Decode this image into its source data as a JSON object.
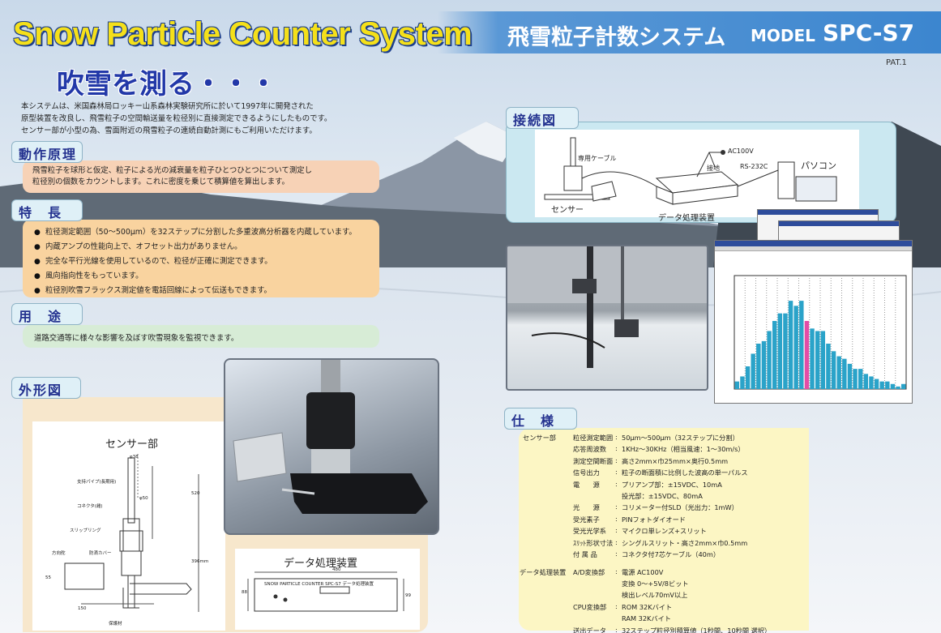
{
  "header": {
    "title_en": "Snow Particle Counter System",
    "title_jp": "飛雪粒子計数システム",
    "model_label": "MODEL",
    "model_code": "SPC-S7",
    "pat": "PAT.1"
  },
  "catch": "吹雪を測る・・・",
  "intro": [
    "本システムは、米国森林局ロッキー山系森林実験研究所に於いて1997年に開発された",
    "原型装置を改良し、飛雪粒子の空間輸送量を粒径別に直接測定できるようにしたものです。",
    "センサー部が小型の為、雪面附近の飛雪粒子の連続自動計測にもご利用いただけます。"
  ],
  "principle": {
    "heading": "動作原理",
    "lines": [
      "飛雪粒子を球形と仮定、粒子による光の減衰量を粒子ひとつひとつについて測定し",
      "粒径別の個数をカウントします。これに密度を乗じて積算値を算出します。"
    ]
  },
  "features": {
    "heading": "特　長",
    "items": [
      "粒径測定範囲（50〜500μm）を32ステップに分割した多重波高分析器を内蔵しています。",
      "内蔵アンプの性能向上で、オフセット出力がありません。",
      "完全な平行光線を使用しているので、粒径が正確に測定できます。",
      "風向指向性をもっています。",
      "粒径別吹雪フラックス測定値を電話回線によって伝送もできます。"
    ]
  },
  "usage": {
    "heading": "用　途",
    "text": "道路交通等に様々な影響を及ぼす吹雪現象を監視できます。"
  },
  "outline": {
    "heading": "外形図",
    "sensor_label": "センサー部",
    "dp_label": "データ処理装置",
    "dims": {
      "d38": "φ38",
      "d50": "φ50",
      "h520": "520",
      "h396": "396mm",
      "w150": "150",
      "h55": "55",
      "w480": "480",
      "h88": "88",
      "h99": "99"
    },
    "parts": [
      "支持パイプ(長期用)",
      "コネクタ(雌)",
      "スリップリング",
      "方向舵",
      "防滴カバー",
      "保護材"
    ],
    "panel_text": "SNOW PARTICLE COUNTER SPC-S7  データ処理装置"
  },
  "connection": {
    "heading": "接続図",
    "cable": "専用ケーブル",
    "ac": "AC100V",
    "ground": "接地",
    "rs": "RS-232C",
    "pc": "パソコン",
    "sensor": "センサー",
    "dp": "データ処理装置"
  },
  "spec": {
    "heading": "仕　様",
    "rows": [
      [
        "センサー部",
        "粒径測定範囲",
        "50μm〜500μm（32ステップに分割）"
      ],
      [
        "",
        "応答周波数",
        "1KHz〜30KHz（相当風速：1〜30m/s）"
      ],
      [
        "",
        "測定空間断面",
        "高さ2mm×巾25mm×奥行0.5mm"
      ],
      [
        "",
        "信号出力",
        "粒子の断面積に比例した波高の単一パルス"
      ],
      [
        "",
        "電　　源",
        "プリアンプ部：±15VDC、10mA"
      ],
      [
        "",
        "",
        "投光部：±15VDC、80mA"
      ],
      [
        "",
        "光　　源",
        "コリメーター付SLD（光出力：1mW）"
      ],
      [
        "",
        "受光素子",
        "PINフォトダイオード"
      ],
      [
        "",
        "受光光学系",
        "マイクロ単レンズ+スリット"
      ],
      [
        "",
        "ｽﾘｯﾄ形状寸法",
        "シングルスリット・高さ2mm×巾0.5mm"
      ],
      [
        "",
        "付 属 品",
        "コネクタ付7芯ケーブル（40m）"
      ],
      [
        "データ処理装置",
        "A/D変換部",
        "電源 AC100V"
      ],
      [
        "",
        "",
        "変換 0〜+5V/8ビット"
      ],
      [
        "",
        "",
        "検出レベル70mV以上"
      ],
      [
        "",
        "CPU変換部",
        "ROM 32Kバイト"
      ],
      [
        "",
        "",
        "RAM 32Kバイト"
      ],
      [
        "",
        "送出データ",
        "32ステップ粒径別積算値（1秒間、10秒間 選択）"
      ]
    ]
  },
  "histogram": {
    "values": [
      3,
      5,
      9,
      14,
      18,
      19,
      23,
      27,
      30,
      30,
      35,
      33,
      35,
      27,
      24,
      23,
      23,
      18,
      15,
      13,
      12,
      10,
      8,
      8,
      6,
      5,
      4,
      3,
      3,
      2,
      1,
      2
    ],
    "highlight_index": 13,
    "bar_color": "#2aa3c9",
    "highlight_color": "#e24da6"
  },
  "colors": {
    "title_yellow": "#f5e01a",
    "navy": "#23318f",
    "header_blue": "#3c86cf"
  }
}
